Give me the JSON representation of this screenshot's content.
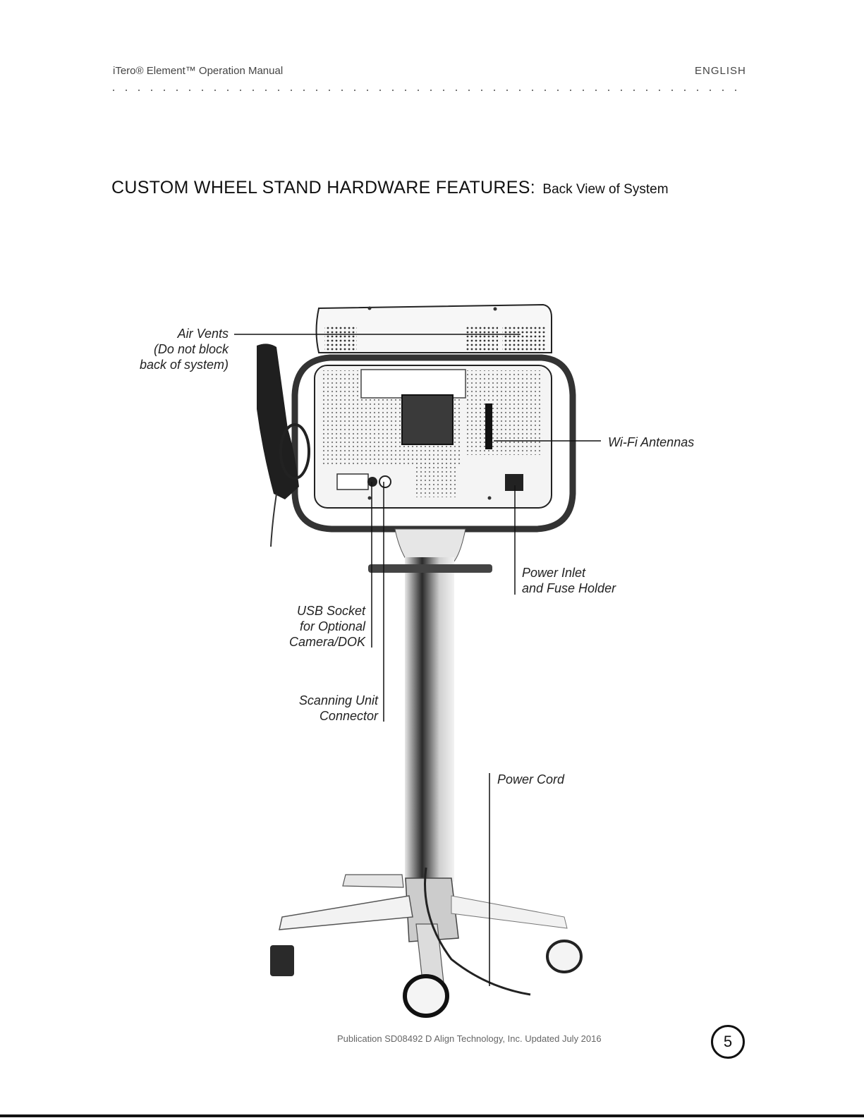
{
  "header": {
    "manual_title": "iTero® Element™ Operation Manual",
    "language": "ENGLISH"
  },
  "section": {
    "title": "CUSTOM WHEEL STAND HARDWARE FEATURES:",
    "subtitle": "Back View of System"
  },
  "callouts": {
    "air_vents_l1": "Air Vents",
    "air_vents_l2": "(Do not block",
    "air_vents_l3": "back of system)",
    "wifi": "Wi-Fi Antennas",
    "power_inlet_l1": "Power Inlet",
    "power_inlet_l2": "and Fuse Holder",
    "usb_l1": "USB Socket",
    "usb_l2": "for Optional",
    "usb_l3": "Camera/DOK",
    "scan_l1": "Scanning Unit",
    "scan_l2": "Connector",
    "power_cord": "Power Cord"
  },
  "footer": {
    "publication": "Publication SD08492 D   Align Technology, Inc.   Updated July 2016",
    "page_number": "5"
  }
}
